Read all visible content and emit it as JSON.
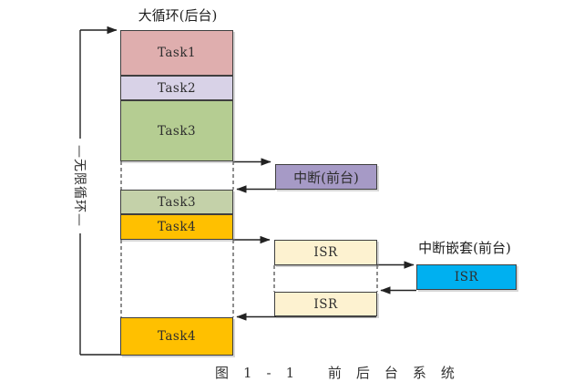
{
  "diagram": {
    "title": "大循环(后台)",
    "loop_label": "—无限循环—",
    "nested_interrupt_title": "中断嵌套(前台)",
    "caption_cropped": "图1-1 前后台系统",
    "background_tasks": [
      {
        "label": "Task1",
        "color": "#dfaeae"
      },
      {
        "label": "Task2",
        "color": "#d8d2e7"
      },
      {
        "label": "Task3",
        "color": "#b5cd92"
      },
      {
        "label": "Task3",
        "color": "#c4d1a9"
      },
      {
        "label": "Task4",
        "color": "#ffc000"
      },
      {
        "label": "Task4",
        "color": "#ffc000"
      }
    ],
    "interrupt_box": {
      "label": "中断(前台)",
      "color": "#a69ac6"
    },
    "isr_boxes": [
      {
        "label": "ISR",
        "color": "#fdf2d0"
      },
      {
        "label": "ISR",
        "color": "#fdf2d0"
      }
    ],
    "nested_isr_box": {
      "label": "ISR",
      "color": "#00b0f0"
    },
    "line_color": "#333333"
  }
}
